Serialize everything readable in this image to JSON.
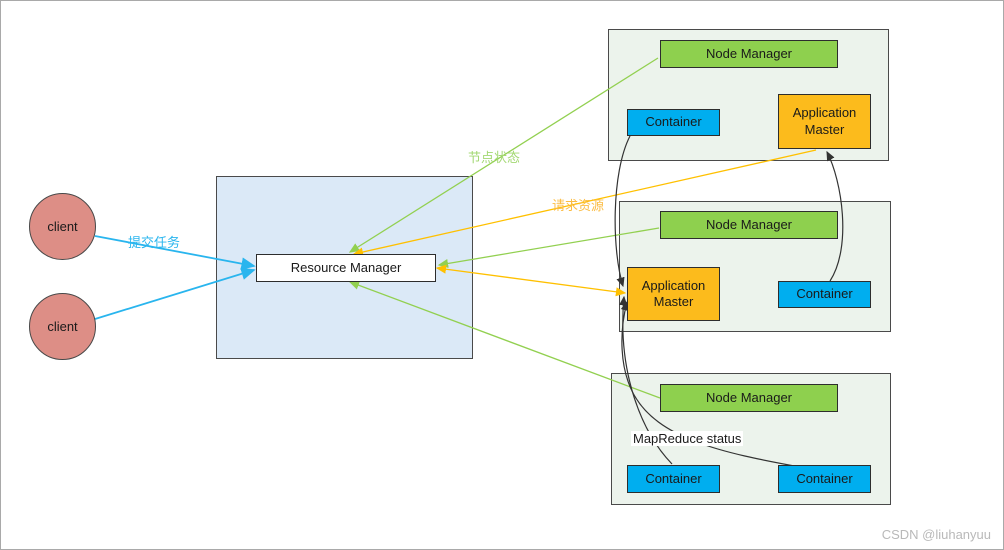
{
  "colors": {
    "arrow_blue": "#29b5ee",
    "arrow_green": "#92d050",
    "arrow_orange": "#ffc000",
    "arrow_black": "#333333",
    "node_manager_fill": "#8ed04e",
    "container_fill": "#00aeef",
    "application_master_fill": "#fcbb1c",
    "client_fill": "#dd8e86",
    "rm_region_fill": "#dbe9f7",
    "node_region_fill": "#ecf3ec"
  },
  "clients": [
    {
      "label": "client"
    },
    {
      "label": "client"
    }
  ],
  "resource_manager": {
    "label": "Resource Manager"
  },
  "nodes": [
    {
      "name": "node-1",
      "node_manager": "Node Manager",
      "container": "Container",
      "application_master": "Application Master"
    },
    {
      "name": "node-2",
      "node_manager": "Node Manager",
      "application_master": "Application Master",
      "container": "Container"
    },
    {
      "name": "node-3",
      "node_manager": "Node Manager",
      "container_left": "Container",
      "container_right": "Container"
    }
  ],
  "edge_labels": {
    "submit_task": "提交任务",
    "node_status": "节点状态",
    "request_resources": "请求资源",
    "mapreduce_status": "MapReduce status"
  },
  "edges": [
    {
      "from": "client-1",
      "to": "resource-manager",
      "label": "提交任务",
      "color": "#29b5ee"
    },
    {
      "from": "client-2",
      "to": "resource-manager",
      "color": "#29b5ee"
    },
    {
      "from": "node-1-node-manager",
      "to": "resource-manager",
      "label": "节点状态",
      "color": "#92d050"
    },
    {
      "from": "node-2-node-manager",
      "to": "resource-manager",
      "color": "#92d050"
    },
    {
      "from": "node-3-node-manager",
      "to": "resource-manager",
      "color": "#92d050"
    },
    {
      "from": "node-1-application-master",
      "to": "resource-manager",
      "label": "请求资源",
      "color": "#ffc000"
    },
    {
      "from": "resource-manager",
      "to": "node-2-application-master",
      "bidirectional": true,
      "color": "#ffc000"
    },
    {
      "from": "node-1-container",
      "to": "node-2-application-master",
      "label": "MapReduce status",
      "color": "#333333"
    },
    {
      "from": "node-2-container",
      "to": "node-1-application-master",
      "color": "#333333"
    },
    {
      "from": "node-3-container-left",
      "to": "node-2-application-master",
      "color": "#333333"
    },
    {
      "from": "node-3-container-right",
      "to": "node-2-application-master",
      "color": "#333333"
    }
  ],
  "watermark": "CSDN @liuhanyuu"
}
